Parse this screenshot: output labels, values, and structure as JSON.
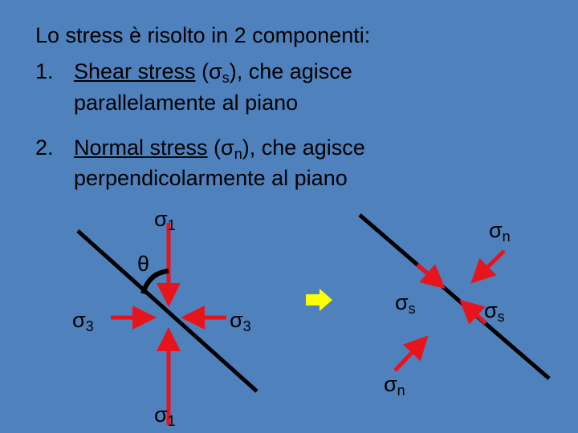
{
  "intro": "Lo stress è risolto in 2 componenti:",
  "item1": {
    "num": "1.",
    "term": "Shear stress",
    "sym_open": " (σ",
    "sym_sub": "s",
    "sym_close": "), che agisce",
    "line2": "parallelamente al piano"
  },
  "item2": {
    "num": "2.",
    "term": "Normal stress",
    "sym_open": " (σ",
    "sym_sub": "n",
    "sym_close": "), che agisce",
    "line2": "perpendicolarmente al piano"
  },
  "left_diagram": {
    "sigma1_top": {
      "base": "σ",
      "sub": "1"
    },
    "sigma1_bottom": {
      "base": "σ",
      "sub": "1"
    },
    "sigma3_left": {
      "base": "σ",
      "sub": "3"
    },
    "sigma3_right": {
      "base": "σ",
      "sub": "3"
    },
    "theta": "θ"
  },
  "right_diagram": {
    "sigma_n_top": {
      "base": "σ",
      "sub": "n"
    },
    "sigma_n_bottom": {
      "base": "σ",
      "sub": "n"
    },
    "sigma_s_left": {
      "base": "σ",
      "sub": "s"
    },
    "sigma_s_right": {
      "base": "σ",
      "sub": "s"
    }
  },
  "colors": {
    "background": "#4f81bd",
    "arrow": "#e8141b",
    "transition_arrow": "#ffff00",
    "line": "#000000"
  }
}
